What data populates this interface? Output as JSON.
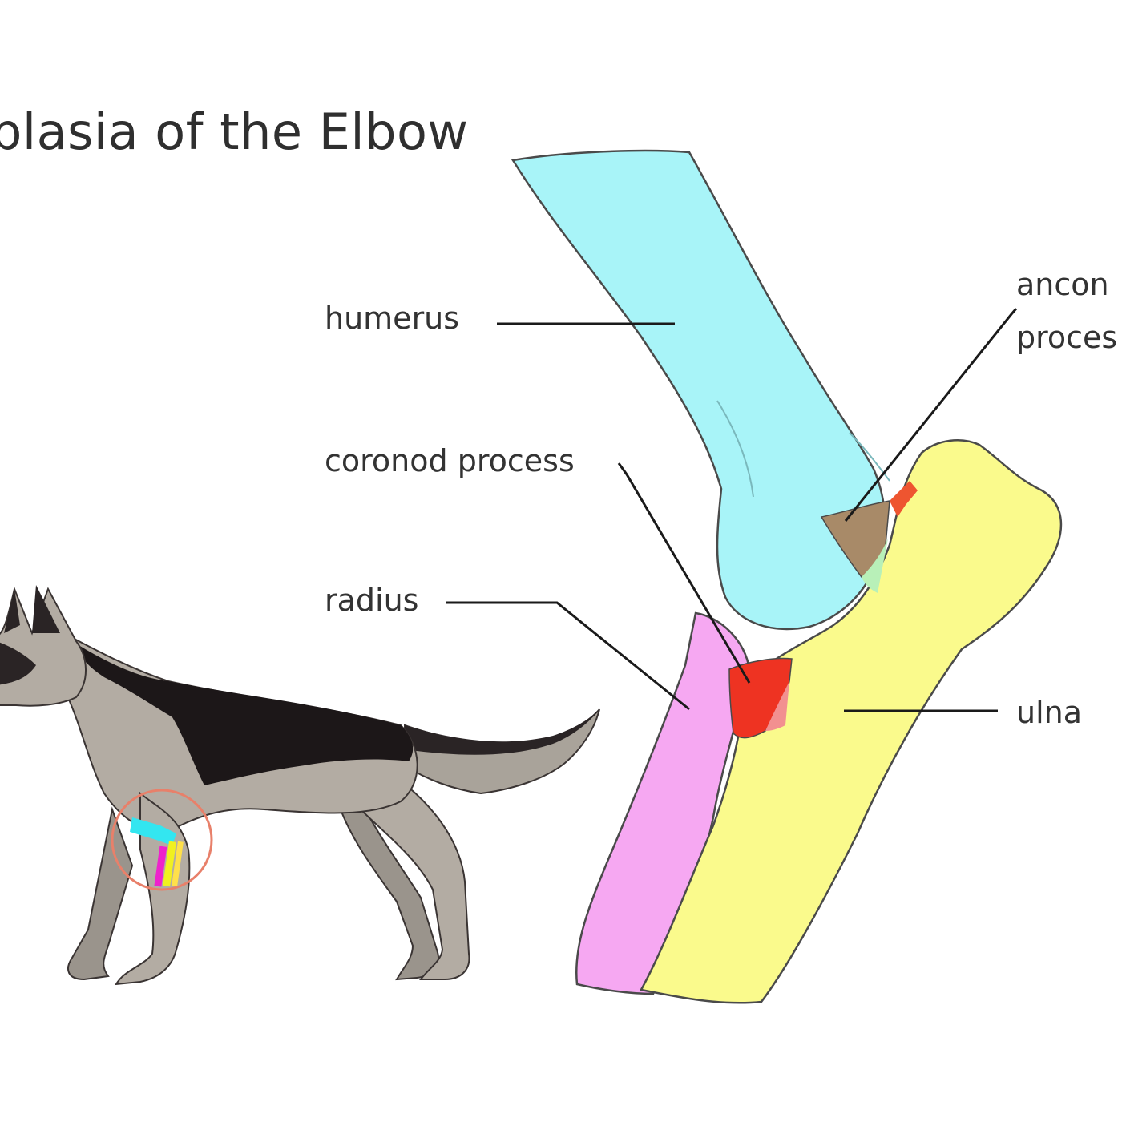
{
  "title": "plasia of the Elbow",
  "labels": {
    "humerus": "humerus",
    "coronoid_process": "coronod process",
    "radius": "radius",
    "ulna": "ulna",
    "anconeal_line1": "ancon",
    "anconeal_line2": "proces"
  },
  "colors": {
    "humerus": "#a8f4f8",
    "radius": "#f6a8f2",
    "ulna": "#fafa8c",
    "coronoid": "#ee3322",
    "anconeal": "#a88a68",
    "dog_coat": "#b3aca3",
    "dog_saddle": "#1c1718",
    "highlight_circle": "#e8806a"
  }
}
